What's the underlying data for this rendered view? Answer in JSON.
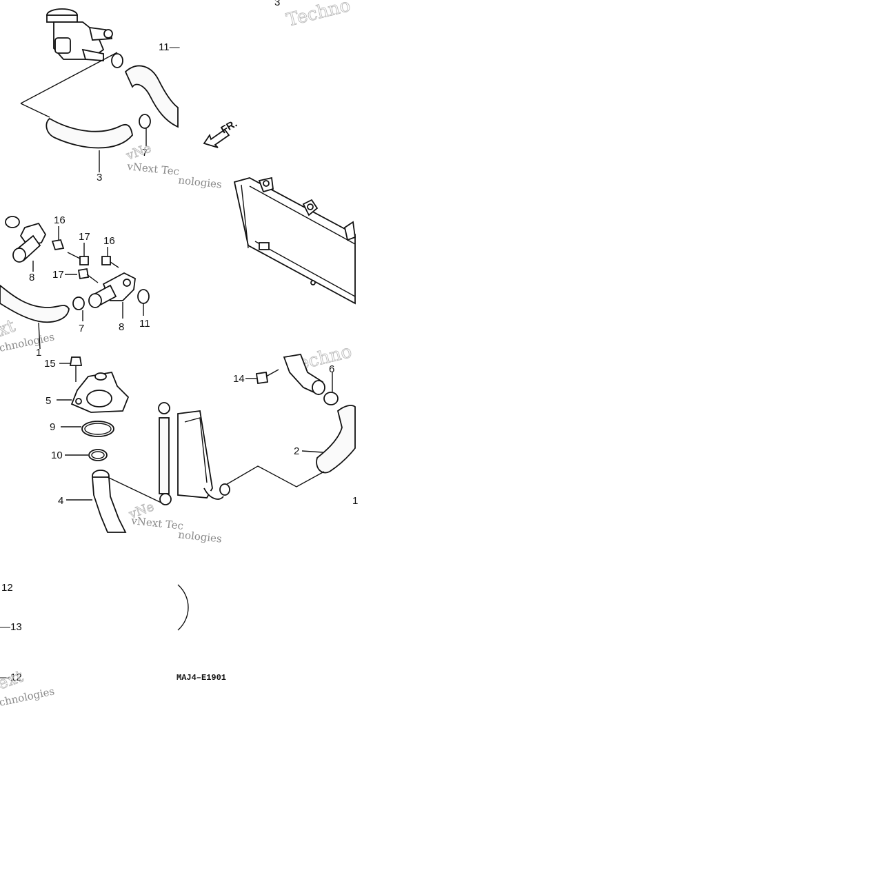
{
  "diagram": {
    "drawing_code": "MAJ4–E1901",
    "front_marker": "FR.",
    "callouts": {
      "c3_top": "3",
      "c11_top": "11—",
      "c7_top": "7",
      "c3_bot": "3",
      "c16_a": "16",
      "c17_a": "17",
      "c16_b": "16",
      "c17_b": "17",
      "c8_a": "8",
      "c7_mid": "7",
      "c8_b": "8",
      "c11_mid": "11",
      "c1": "1",
      "c15": "15",
      "c5": "5",
      "c9": "9",
      "c10": "10",
      "c4": "4",
      "c14": "14",
      "c6": "6",
      "c2": "2",
      "c12_a": "12",
      "c13": "—13",
      "c12_b": "—12",
      "c_edge": "1"
    },
    "watermarks": {
      "w1": "Techno",
      "w2": "vNe",
      "w3": "vNext Tec",
      "w4": "nologies",
      "w5": "xt",
      "w6": "chnologies",
      "w7": "Techno",
      "w8": "vNe",
      "w9": "vNext Tec",
      "w10": "nologies",
      "w11": "ext",
      "w12": "chnologies"
    }
  }
}
